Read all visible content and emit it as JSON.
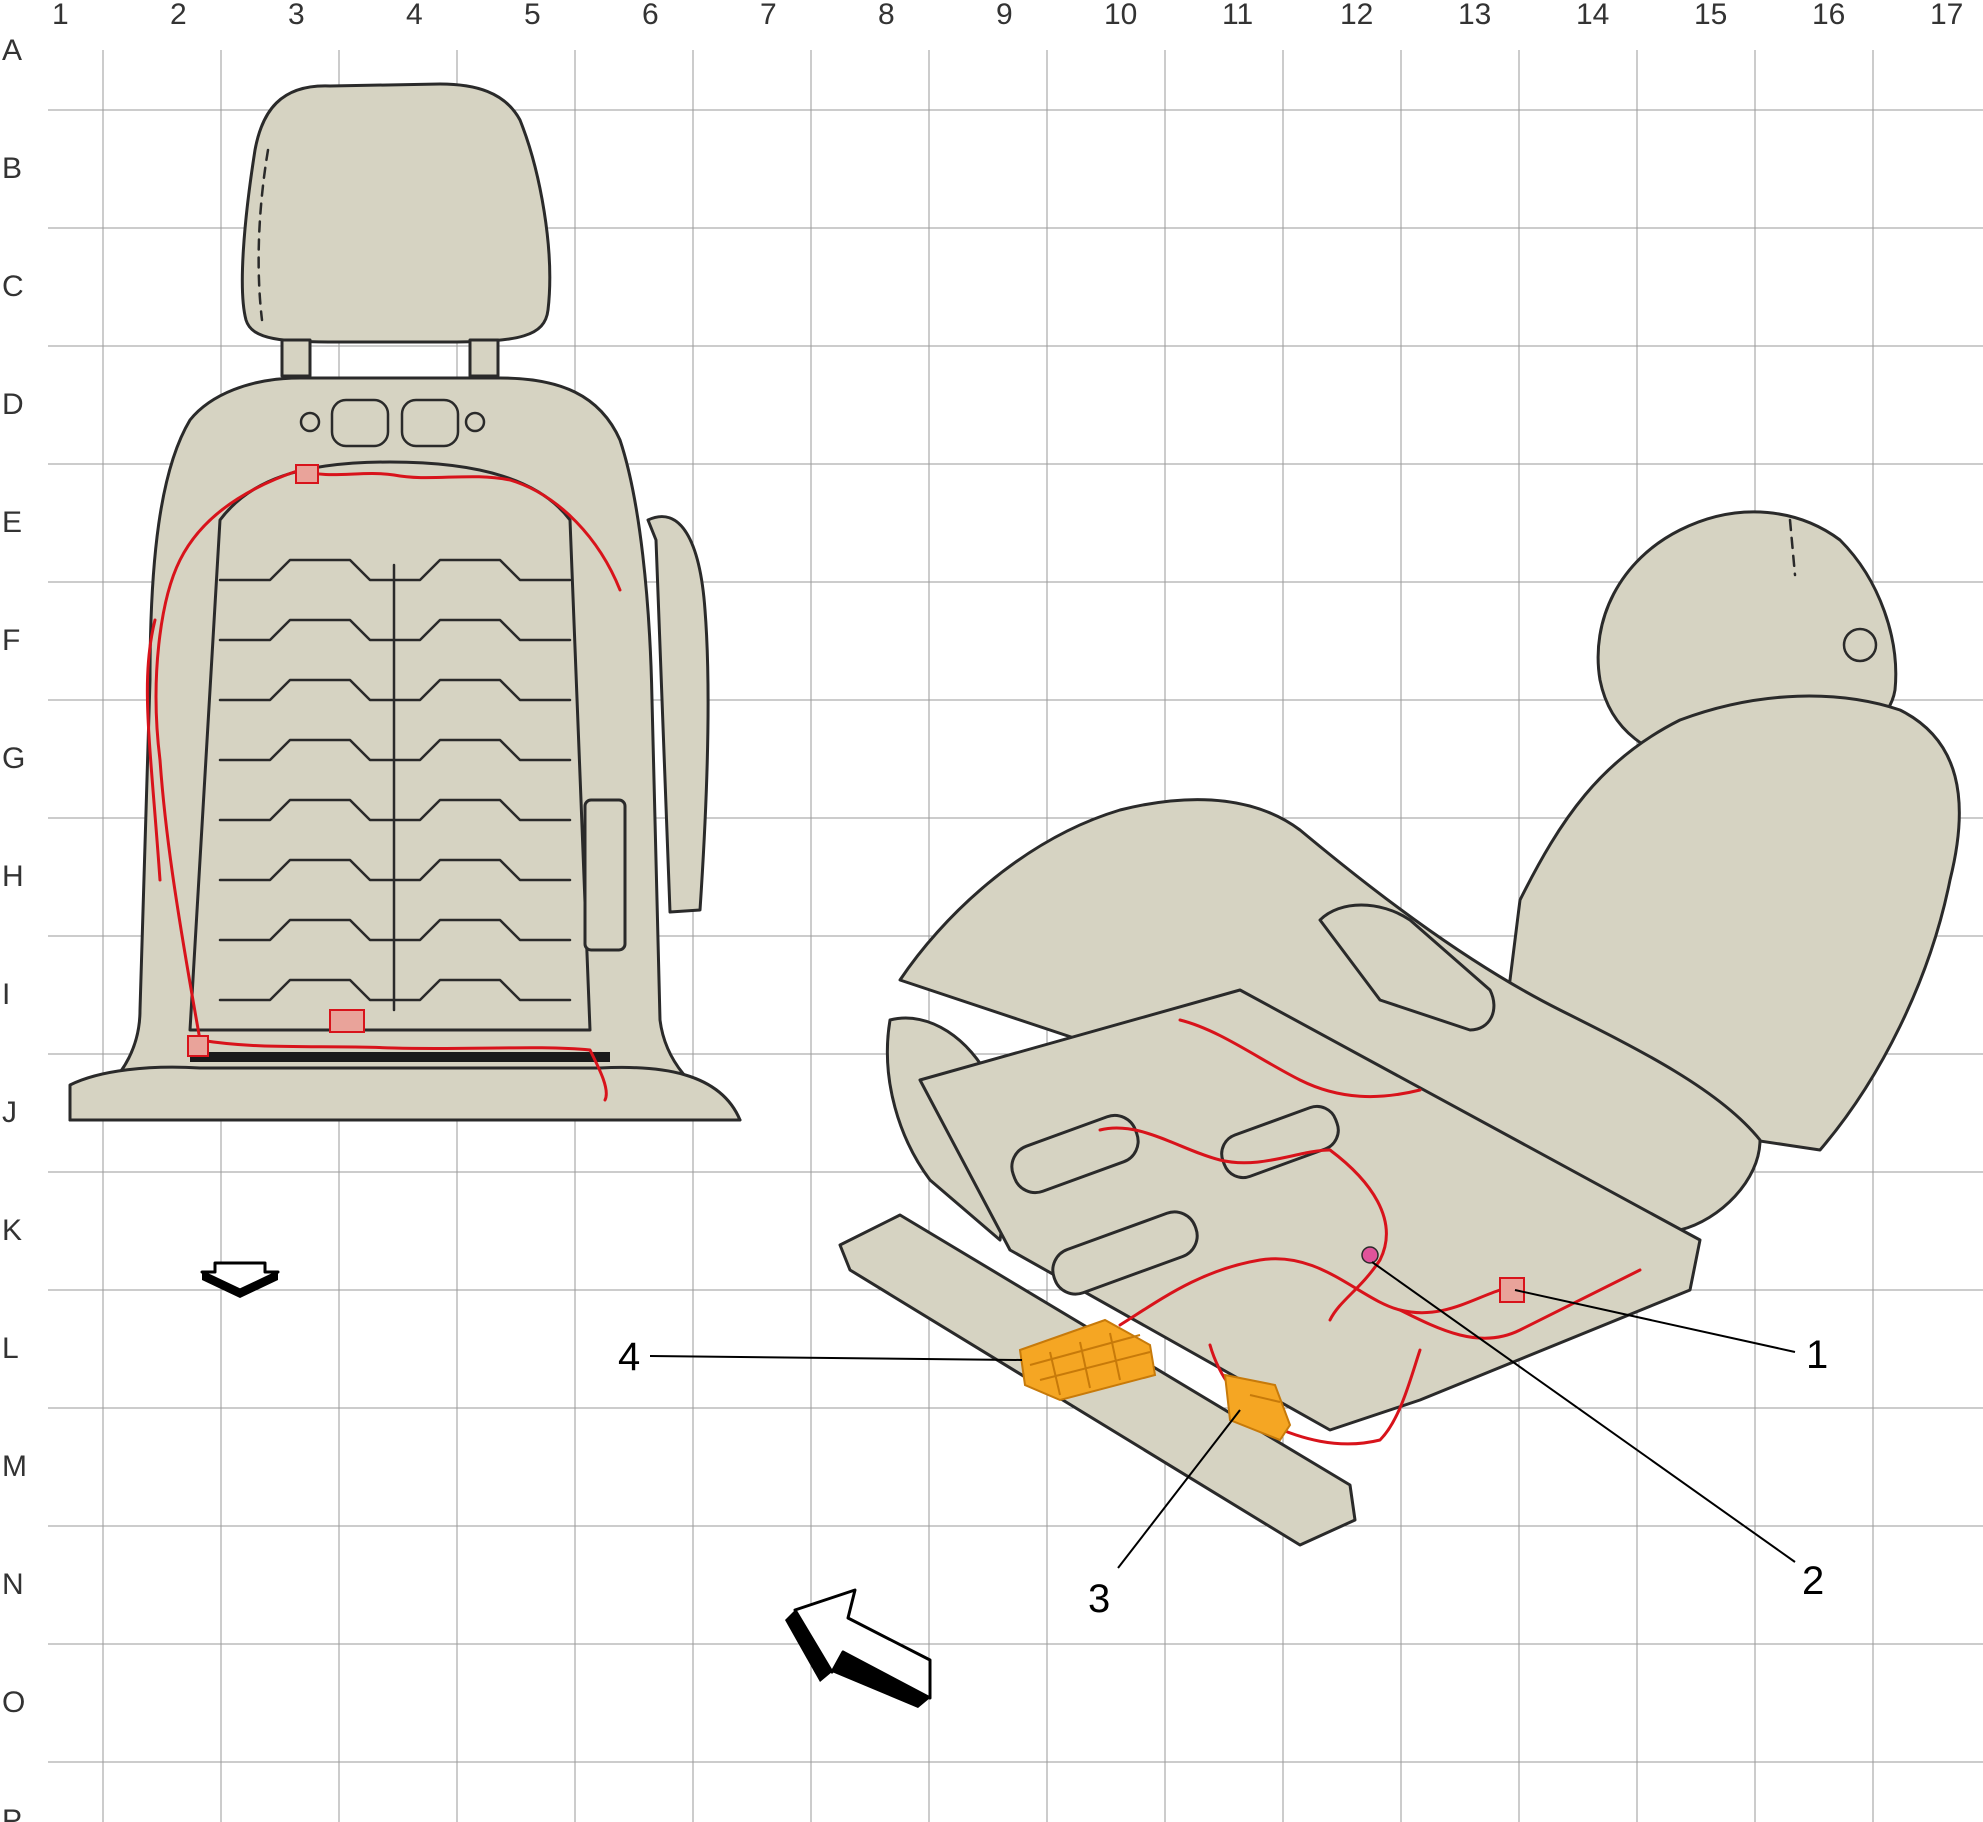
{
  "grid": {
    "columns": [
      "1",
      "2",
      "3",
      "4",
      "5",
      "6",
      "7",
      "8",
      "9",
      "10",
      "11",
      "12",
      "13",
      "14",
      "15",
      "16",
      "17"
    ],
    "rows": [
      "A",
      "B",
      "C",
      "D",
      "E",
      "F",
      "G",
      "H",
      "I",
      "J",
      "K",
      "L",
      "M",
      "N",
      "O",
      "P"
    ],
    "line_color": "#9a9a9a"
  },
  "colors": {
    "seat": "#d6d3c2",
    "outline": "#2a2a2a",
    "wiring": "#d8131b",
    "wiring_fill": "#e9a39a",
    "component_highlight": "#f5a623",
    "connector_highlight": "#e0539a"
  },
  "views": [
    {
      "id": "front-view",
      "subject": "seat-back-frame"
    },
    {
      "id": "perspective-view",
      "subject": "seat-underside"
    }
  ],
  "callouts": [
    {
      "number": "1",
      "target": "wiring-harness-connector"
    },
    {
      "number": "2",
      "target": "pink-connector"
    },
    {
      "number": "3",
      "target": "orange-connector-module"
    },
    {
      "number": "4",
      "target": "orange-control-module"
    }
  ],
  "icons": [
    "view-direction-arrow-icon",
    "large-view-direction-arrow-icon"
  ]
}
